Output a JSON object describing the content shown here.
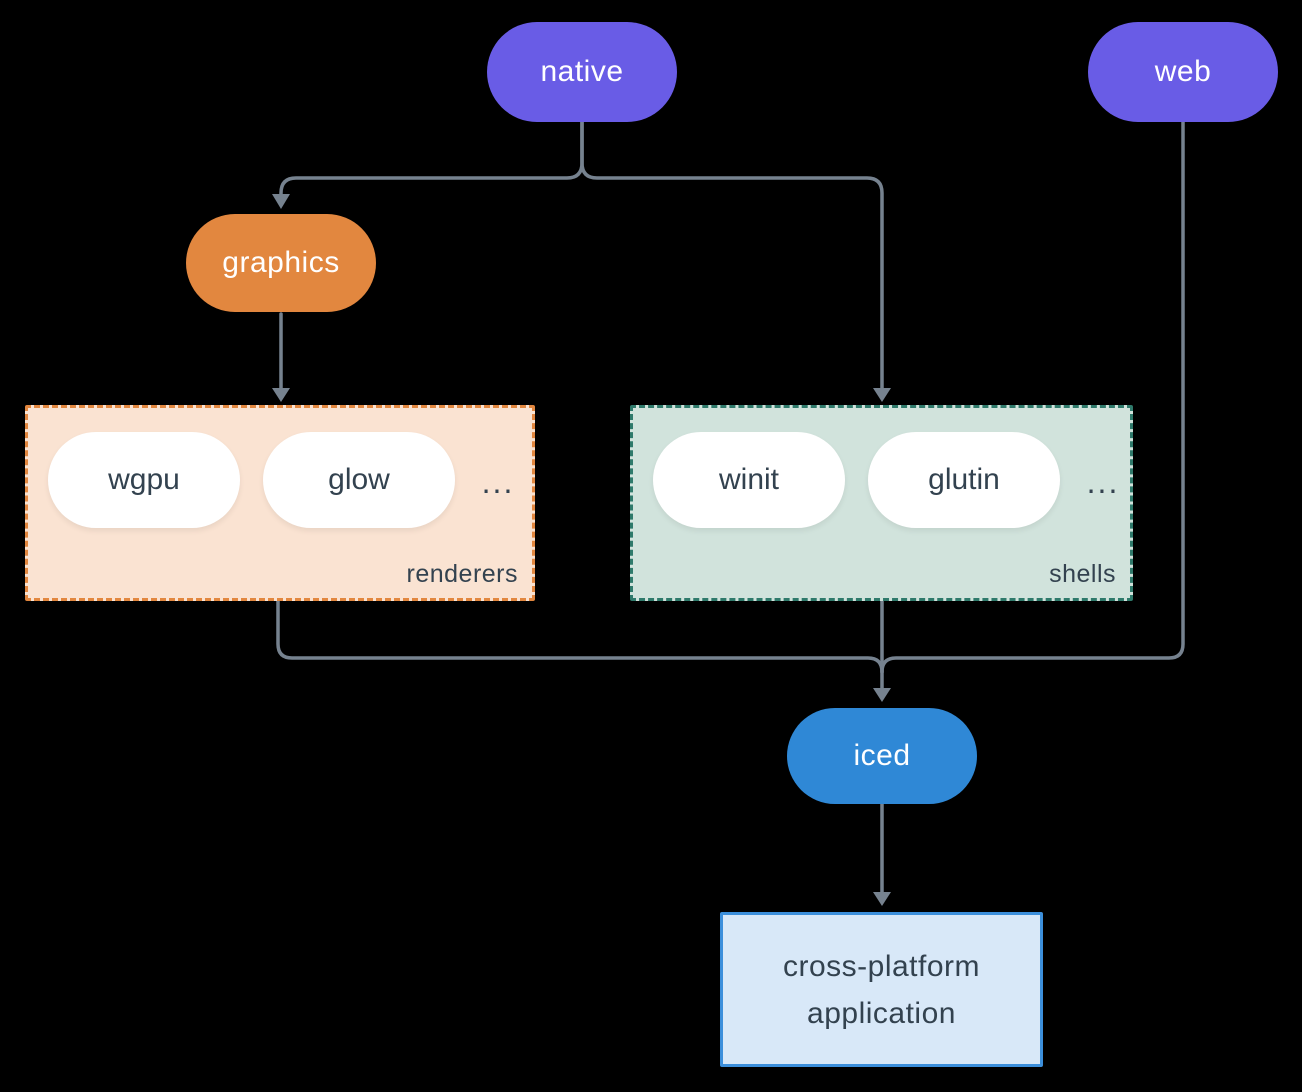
{
  "colors": {
    "background": "#000000",
    "node_purple": "#695ce6",
    "node_orange": "#e2873f",
    "node_blue": "#2f88d6",
    "node_text_light": "#ffffff",
    "node_text_dark": "#33424f",
    "connector": "#76828f",
    "renderers_fill": "#fae3d2",
    "renderers_border": "#e2873f",
    "shells_fill": "#d1e3dc",
    "shells_border": "#2f7a6b",
    "app_fill": "#d8e8f8",
    "app_border": "#3c8fdb"
  },
  "nodes": {
    "native": {
      "label": "native"
    },
    "web": {
      "label": "web"
    },
    "graphics": {
      "label": "graphics"
    },
    "iced": {
      "label": "iced"
    },
    "app": {
      "label": "cross-platform application"
    }
  },
  "groups": {
    "renderers": {
      "label": "renderers",
      "items": [
        "wgpu",
        "glow"
      ],
      "ellipsis": "..."
    },
    "shells": {
      "label": "shells",
      "items": [
        "winit",
        "glutin"
      ],
      "ellipsis": "..."
    }
  },
  "edges": [
    {
      "from": "native",
      "to": "graphics"
    },
    {
      "from": "native",
      "to": "shells"
    },
    {
      "from": "graphics",
      "to": "renderers"
    },
    {
      "from": "renderers",
      "to": "iced"
    },
    {
      "from": "shells",
      "to": "iced"
    },
    {
      "from": "web",
      "to": "iced"
    },
    {
      "from": "iced",
      "to": "app"
    }
  ]
}
